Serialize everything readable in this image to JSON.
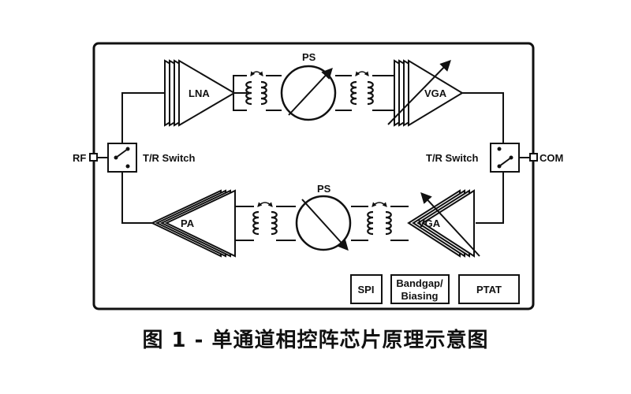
{
  "diagram": {
    "ports": {
      "left": "RF",
      "right": "COM"
    },
    "switch_left_label": "T/R Switch",
    "switch_right_label": "T/R Switch",
    "rx_chain": {
      "lna": "LNA",
      "phase_shifter": "PS",
      "vga": "VGA"
    },
    "tx_chain": {
      "pa": "PA",
      "phase_shifter": "PS",
      "vga": "VGA"
    },
    "blocks": {
      "spi": "SPI",
      "bandgap_line1": "Bandgap/",
      "bandgap_line2": "Biasing",
      "ptat": "PTAT"
    }
  },
  "caption": "图 1 - 单通道相控阵芯片原理示意图"
}
